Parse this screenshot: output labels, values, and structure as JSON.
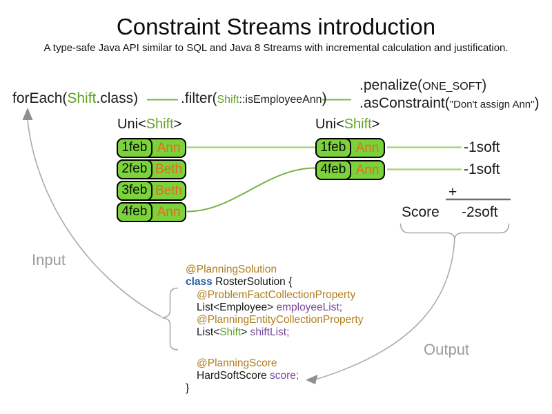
{
  "title": "Constraint Streams introduction",
  "subtitle": "A type-safe Java API similar to SQL and Java 8 Streams with incremental calculation and justification.",
  "flow": {
    "foreach_pre": "forEach(",
    "foreach_type": "Shift",
    "foreach_post": ".class)",
    "filter_pre": ".filter(",
    "filter_type": "Shift",
    "filter_method": "::isEmployeeAnn",
    "filter_post": ")",
    "penalize_pre": ".penalize(",
    "penalize_arg": "ONE_SOFT",
    "penalize_post": ")",
    "asconstraint_pre": ".asConstraint(",
    "asconstraint_arg": "\"Don't assign Ann\"",
    "asconstraint_post": ")"
  },
  "left_stream": {
    "type_pre": "Uni<",
    "type_name": "Shift",
    "type_post": ">",
    "rows": [
      {
        "date": "1feb",
        "name": "Ann"
      },
      {
        "date": "2feb",
        "name": "Beth"
      },
      {
        "date": "3feb",
        "name": "Beth"
      },
      {
        "date": "4feb",
        "name": "Ann"
      }
    ]
  },
  "right_stream": {
    "type_pre": "Uni<",
    "type_name": "Shift",
    "type_post": ">",
    "rows": [
      {
        "date": "1feb",
        "name": "Ann"
      },
      {
        "date": "4feb",
        "name": "Ann"
      }
    ]
  },
  "scores": {
    "matches": [
      "-1soft",
      "-1soft"
    ],
    "plus": "+",
    "label": "Score",
    "total": "-2soft"
  },
  "labels": {
    "input": "Input",
    "output": "Output"
  },
  "code": {
    "l1": "@PlanningSolution",
    "l2_kw": "class",
    "l2_rest": " RosterSolution {",
    "l3": "@ProblemFactCollectionProperty",
    "l4_type": "List<Employee> ",
    "l4_field": "employeeList;",
    "l5": "@PlanningEntityCollectionProperty",
    "l6_pre": "List<",
    "l6_type": "Shift",
    "l6_mid": "> ",
    "l6_field": "shiftList;",
    "l7": "@PlanningScore",
    "l8_type": "HardSoftScore ",
    "l8_field": "score;",
    "l9": "}"
  },
  "colors": {
    "accent_green": "#60a41f",
    "cell_green": "#7bd23a",
    "line_green_light": "#a3d06e",
    "line_green": "#77b340",
    "orange": "#df6d1f",
    "annotation_brown": "#ae7d1d",
    "keyword_blue": "#2a5caa",
    "field_purple": "#77479d",
    "label_gray": "#9a9a9a"
  }
}
